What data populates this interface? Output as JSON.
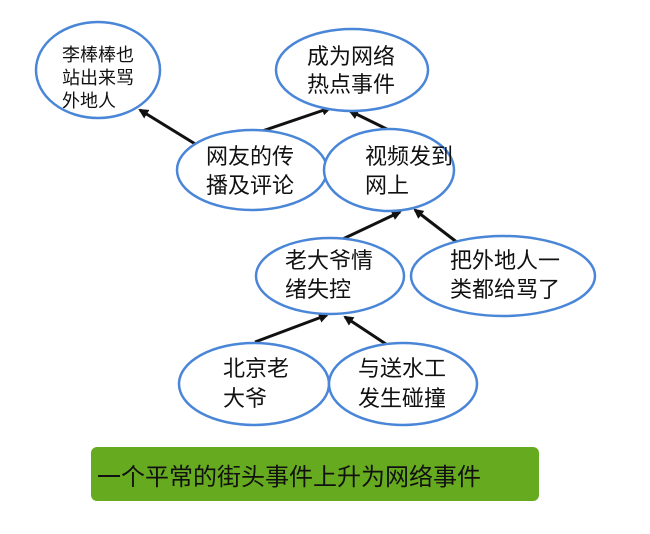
{
  "colors": {
    "ellipse_stroke": "#4a86d8",
    "arrow": "#111111",
    "caption_bg": "#66aa1f"
  },
  "nodes": {
    "li_bangbang": [
      "李棒棒也",
      "站出来骂",
      "外地人"
    ],
    "network_hotspot": [
      "成为网络",
      "热点事件"
    ],
    "netizen_spread": [
      "网友的传",
      "播及评论"
    ],
    "video_online": [
      "视频发到",
      "网上"
    ],
    "old_man_emotion": [
      "老大爷情",
      "绪失控"
    ],
    "scold_outsiders": [
      "把外地人一",
      "类都给骂了"
    ],
    "beijing_old_man": [
      "北京老",
      "大爷"
    ],
    "delivery_worker_clash": [
      "与送水工",
      "发生碰撞"
    ]
  },
  "caption": "一个平常的街头事件上升为网络事件"
}
